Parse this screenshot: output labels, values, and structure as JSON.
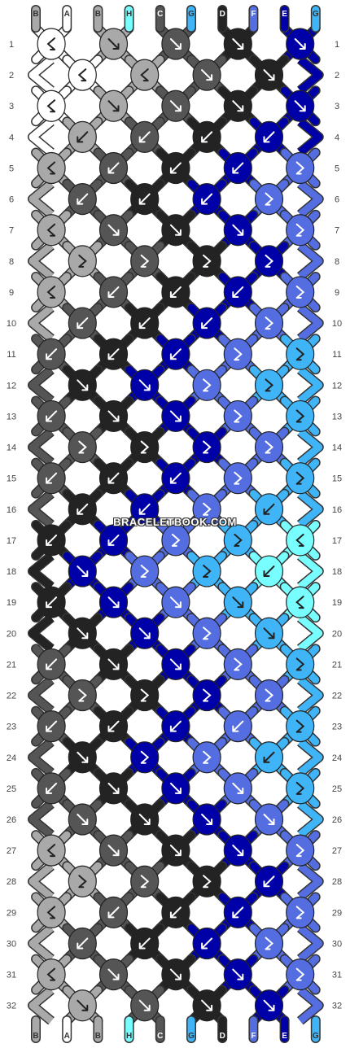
{
  "watermark": "BRACELETBOOK.COM",
  "strands": [
    {
      "label": "B",
      "color": "#a9a9a9"
    },
    {
      "label": "A",
      "color": "#ffffff"
    },
    {
      "label": "B",
      "color": "#a9a9a9"
    },
    {
      "label": "H",
      "color": "#78fefe"
    },
    {
      "label": "C",
      "color": "#555555"
    },
    {
      "label": "G",
      "color": "#3fb5f8"
    },
    {
      "label": "D",
      "color": "#232323"
    },
    {
      "label": "F",
      "color": "#546ee1"
    },
    {
      "label": "E",
      "color": "#0000a9"
    },
    {
      "label": "G",
      "color": "#3fb5f8"
    }
  ],
  "row_numbers": [
    "1",
    "2",
    "3",
    "4",
    "5",
    "6",
    "7",
    "8",
    "9",
    "10",
    "11",
    "12",
    "13",
    "14",
    "15",
    "16",
    "17",
    "18",
    "19",
    "20",
    "21",
    "22",
    "23",
    "24",
    "25",
    "26",
    "27",
    "28",
    "29",
    "30",
    "31",
    "32"
  ],
  "knots": [
    [
      "#ffffff",
      "#a9a9a9",
      "#555555",
      "#232323",
      "#0000a9"
    ],
    [
      "#ffffff",
      "#a9a9a9",
      "#555555",
      "#232323"
    ],
    [
      "#ffffff",
      "#a9a9a9",
      "#555555",
      "#232323",
      "#0000a9"
    ],
    [
      "#a9a9a9",
      "#555555",
      "#232323",
      "#0000a9"
    ],
    [
      "#a9a9a9",
      "#555555",
      "#232323",
      "#0000a9",
      "#546ee1"
    ],
    [
      "#555555",
      "#232323",
      "#0000a9",
      "#546ee1"
    ],
    [
      "#a9a9a9",
      "#555555",
      "#232323",
      "#0000a9",
      "#546ee1"
    ],
    [
      "#a9a9a9",
      "#555555",
      "#232323",
      "#0000a9"
    ],
    [
      "#a9a9a9",
      "#555555",
      "#232323",
      "#0000a9",
      "#546ee1"
    ],
    [
      "#555555",
      "#232323",
      "#0000a9",
      "#546ee1"
    ],
    [
      "#555555",
      "#232323",
      "#0000a9",
      "#546ee1",
      "#3fb5f8"
    ],
    [
      "#232323",
      "#0000a9",
      "#546ee1",
      "#3fb5f8"
    ],
    [
      "#555555",
      "#232323",
      "#0000a9",
      "#546ee1",
      "#3fb5f8"
    ],
    [
      "#555555",
      "#232323",
      "#0000a9",
      "#546ee1"
    ],
    [
      "#555555",
      "#232323",
      "#0000a9",
      "#546ee1",
      "#3fb5f8"
    ],
    [
      "#232323",
      "#0000a9",
      "#546ee1",
      "#3fb5f8"
    ],
    [
      "#232323",
      "#0000a9",
      "#546ee1",
      "#3fb5f8",
      "#78fefe"
    ],
    [
      "#0000a9",
      "#546ee1",
      "#3fb5f8",
      "#78fefe"
    ],
    [
      "#232323",
      "#0000a9",
      "#546ee1",
      "#3fb5f8",
      "#78fefe"
    ],
    [
      "#232323",
      "#0000a9",
      "#546ee1",
      "#3fb5f8"
    ],
    [
      "#555555",
      "#232323",
      "#0000a9",
      "#546ee1",
      "#3fb5f8"
    ],
    [
      "#555555",
      "#232323",
      "#0000a9",
      "#546ee1"
    ],
    [
      "#555555",
      "#232323",
      "#0000a9",
      "#546ee1",
      "#3fb5f8"
    ],
    [
      "#232323",
      "#0000a9",
      "#546ee1",
      "#3fb5f8"
    ],
    [
      "#555555",
      "#232323",
      "#0000a9",
      "#546ee1",
      "#3fb5f8"
    ],
    [
      "#555555",
      "#232323",
      "#0000a9",
      "#546ee1"
    ],
    [
      "#a9a9a9",
      "#555555",
      "#232323",
      "#0000a9",
      "#546ee1"
    ],
    [
      "#a9a9a9",
      "#555555",
      "#232323",
      "#0000a9"
    ],
    [
      "#a9a9a9",
      "#555555",
      "#232323",
      "#0000a9",
      "#546ee1"
    ],
    [
      "#555555",
      "#232323",
      "#0000a9",
      "#546ee1"
    ],
    [
      "#a9a9a9",
      "#555555",
      "#232323",
      "#0000a9",
      "#546ee1"
    ],
    [
      "#a9a9a9",
      "#555555",
      "#232323",
      "#0000a9"
    ]
  ],
  "knot_types": [
    [
      "bf",
      "f",
      "f",
      "f",
      "f"
    ],
    [
      "bf",
      "bf",
      "f",
      "f"
    ],
    [
      "bf",
      "f",
      "f",
      "f",
      "f"
    ],
    [
      "b",
      "b",
      "b",
      "b"
    ],
    [
      "bf",
      "b",
      "b",
      "b",
      "fb"
    ],
    [
      "b",
      "b",
      "b",
      "fb"
    ],
    [
      "bf",
      "f",
      "f",
      "f",
      "fb"
    ],
    [
      "fb",
      "fb",
      "fb",
      "fb"
    ],
    [
      "bf",
      "b",
      "b",
      "b",
      "fb"
    ],
    [
      "b",
      "b",
      "b",
      "fb"
    ],
    [
      "b",
      "b",
      "b",
      "fb",
      "fb"
    ],
    [
      "f",
      "f",
      "fb",
      "fb"
    ],
    [
      "b",
      "f",
      "f",
      "fb",
      "fb"
    ],
    [
      "fb",
      "fb",
      "fb",
      "fb"
    ],
    [
      "b",
      "b",
      "b",
      "fb",
      "fb"
    ],
    [
      "b",
      "b",
      "fb",
      "b"
    ],
    [
      "b",
      "b",
      "fb",
      "fb",
      "bf"
    ],
    [
      "f",
      "fb",
      "fb",
      "b"
    ],
    [
      "b",
      "f",
      "f",
      "f",
      "bf"
    ],
    [
      "f",
      "f",
      "fb",
      "f"
    ],
    [
      "b",
      "f",
      "f",
      "fb",
      "fb"
    ],
    [
      "fb",
      "fb",
      "fb",
      "fb"
    ],
    [
      "b",
      "b",
      "b",
      "b",
      "fb"
    ],
    [
      "f",
      "fb",
      "fb",
      "b"
    ],
    [
      "b",
      "f",
      "f",
      "f",
      "fb"
    ],
    [
      "f",
      "f",
      "f",
      "f"
    ],
    [
      "bf",
      "f",
      "f",
      "f",
      "fb"
    ],
    [
      "fb",
      "fb",
      "fb",
      "b"
    ],
    [
      "bf",
      "b",
      "b",
      "b",
      "fb"
    ],
    [
      "b",
      "b",
      "b",
      "fb"
    ],
    [
      "bf",
      "f",
      "f",
      "f",
      "fb"
    ],
    [
      "f",
      "f",
      "f",
      "f"
    ]
  ]
}
